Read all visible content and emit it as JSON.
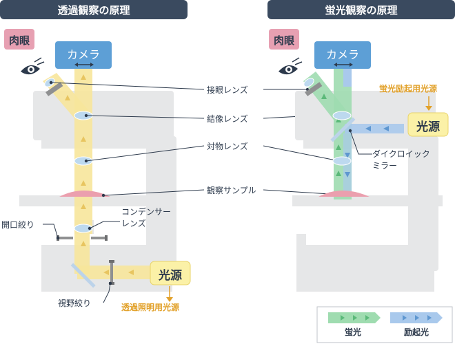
{
  "left": {
    "title": "透過観察の原理",
    "eye_label": "肉眼",
    "camera_label": "カメラ",
    "light_source_label": "光源",
    "aperture_diaphragm": "開口絞り",
    "condenser_lens": "コンデンサー\nレンズ",
    "field_diaphragm": "視野絞り",
    "transmitted_light_source": "透過照明用光源"
  },
  "right": {
    "title": "蛍光観察の原理",
    "eye_label": "肉眼",
    "camera_label": "カメラ",
    "light_source_label": "光源",
    "excitation_light_source": "蛍光励起用光源",
    "dichroic_mirror": "ダイクロイック\nミラー"
  },
  "center_labels": {
    "eyepiece": "接眼レンズ",
    "imaging_lens": "結像レンズ",
    "objective": "対物レンズ",
    "sample": "観察サンプル"
  },
  "legend": {
    "fluorescence": "蛍光",
    "excitation": "励起光"
  },
  "colors": {
    "header_bg": "#3a4a5f",
    "eye_box": "#e7a0b2",
    "camera_box": "#5d9fd6",
    "light_box": "#fbf1a7",
    "transmitted_beam": "#f7e59b",
    "fluorescence_beam": "#9fdcb0",
    "excitation_beam": "#a9c9ec",
    "orange_text": "#e2a12a"
  }
}
